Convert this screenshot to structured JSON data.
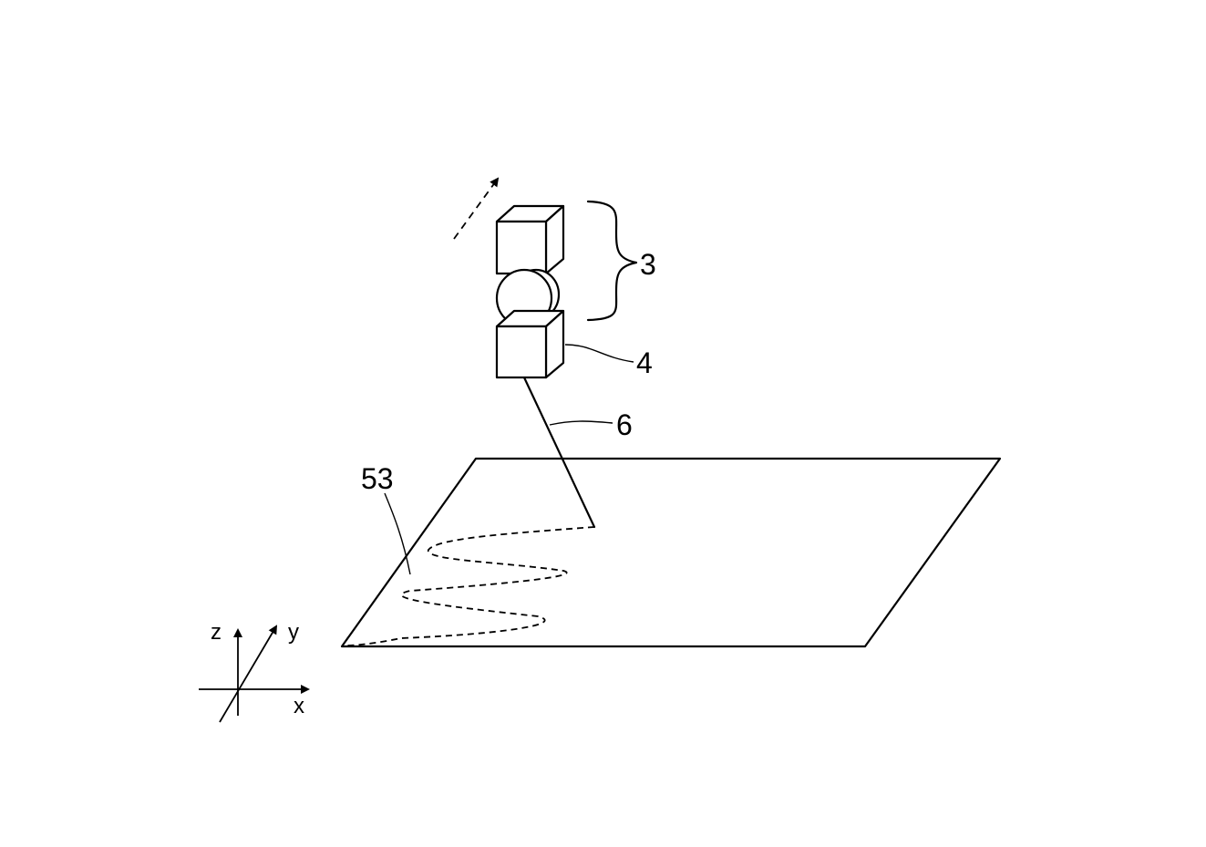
{
  "figure": {
    "labels": {
      "sensor_assembly": "3",
      "head_unit": "4",
      "laser_beam": "6",
      "scan_path": "53"
    },
    "axes": {
      "x": "x",
      "y": "y",
      "z": "z"
    }
  }
}
